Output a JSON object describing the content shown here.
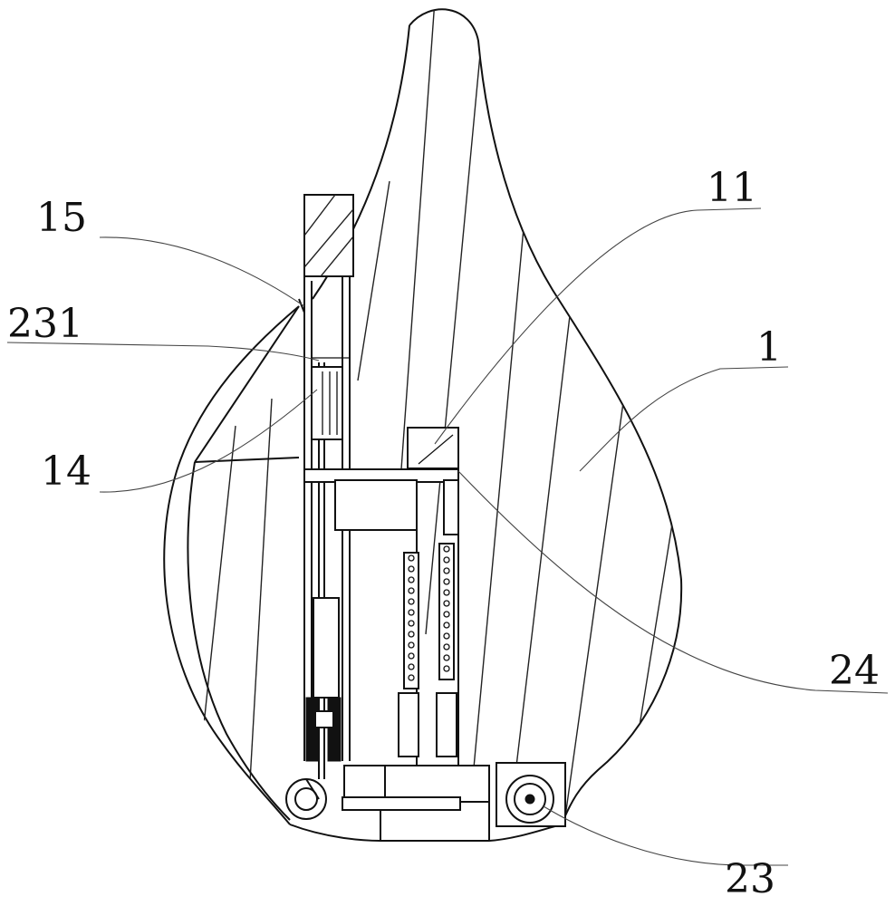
{
  "drawing": {
    "labels": {
      "l15": "15",
      "l231": "231",
      "l14": "14",
      "l11": "11",
      "l1": "1",
      "l24": "24",
      "l23": "23"
    }
  }
}
